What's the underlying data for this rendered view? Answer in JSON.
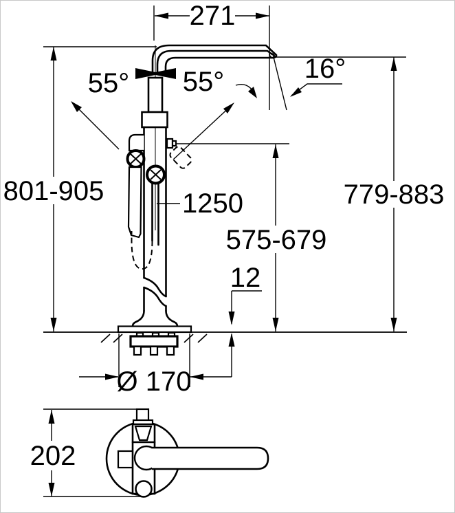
{
  "drawing": {
    "kind": "technical-dimension-drawing",
    "subject": "floor-mounted bath filler with hand shower, front elevation and top view",
    "units": "mm",
    "colors": {
      "line": "#000000",
      "background": "#ffffff",
      "frame": "#c8c8c8"
    },
    "dimensions": {
      "spout_reach": "271",
      "swivel_left": "55°",
      "swivel_right": "55°",
      "spout_tilt": "16°",
      "overall_height": "801-905",
      "outlet_height": "779-883",
      "hose_length": "1250",
      "diverter_height": "575-679",
      "plate_height": "12",
      "plate_diameter": "Ø 170",
      "top_view_depth": "202"
    }
  }
}
